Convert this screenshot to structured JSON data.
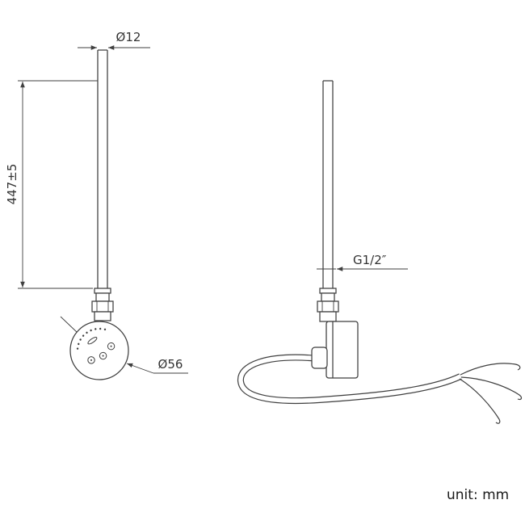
{
  "drawing": {
    "unit_note": "unit: mm",
    "dimensions": {
      "rod_diameter": "Ø12",
      "element_length": "447±5",
      "thread_size": "G1/2″",
      "head_diameter": "Ø56"
    },
    "colors": {
      "line": "#3f3f3f",
      "background": "#ffffff"
    }
  }
}
